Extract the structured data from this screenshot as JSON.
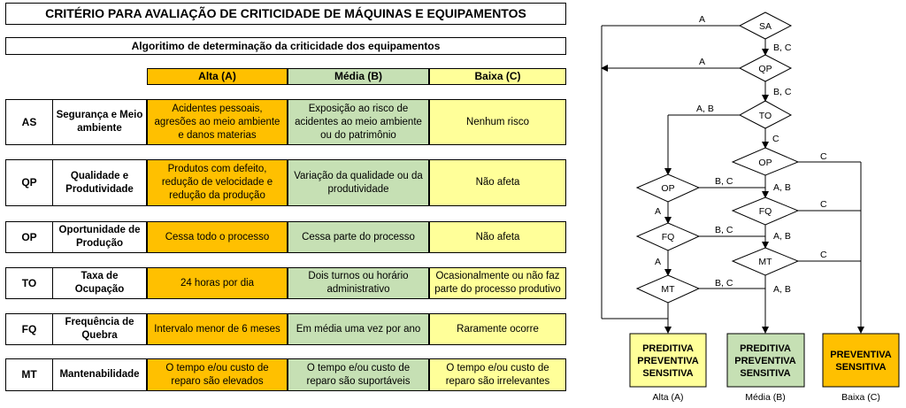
{
  "title": "CRITÉRIO PARA AVALIAÇÃO DE CRITICIDADE DE MÁQUINAS E EQUIPAMENTOS",
  "subtitle": "Algoritimo de determinação da criticidade dos equipamentos",
  "headers": {
    "alta": "Alta (A)",
    "media": "Média (B)",
    "baixa": "Baixa (C)"
  },
  "rows": [
    {
      "code": "AS",
      "name": "Segurança e Meio ambiente",
      "alta": "Acidentes pessoais, agresões ao meio ambiente e danos materias",
      "media": "Exposição ao risco de acidentes ao meio ambiente ou do patrimônio",
      "baixa": "Nenhum risco"
    },
    {
      "code": "QP",
      "name": "Qualidade e Produtividade",
      "alta": "Produtos com defeito, redução de velocidade e redução da produção",
      "media": "Variação da qualidade ou da produtividade",
      "baixa": "Não afeta"
    },
    {
      "code": "OP",
      "name": "Oportunidade de Produção",
      "alta": "Cessa todo o processo",
      "media": "Cessa parte do processo",
      "baixa": "Não afeta"
    },
    {
      "code": "TO",
      "name": "Taxa de Ocupação",
      "alta": "24 horas por dia",
      "media": "Dois turnos ou horário administrativo",
      "baixa": "Ocasionalmente ou não faz parte do processo produtivo"
    },
    {
      "code": "FQ",
      "name": "Frequência de Quebra",
      "alta": "Intervalo menor de 6 meses",
      "media": "Em média uma vez por ano",
      "baixa": "Raramente ocorre"
    },
    {
      "code": "MT",
      "name": "Mantenabilidade",
      "alta": "O tempo e/ou custo de reparo são elevados",
      "media": "O tempo e/ou custo de reparo são suportáveis",
      "baixa": "O tempo e/ou custo de reparo são irrelevantes"
    }
  ],
  "flowchart": {
    "decisions": {
      "sa": "SA",
      "qp": "QP",
      "to": "TO",
      "op_c": "OP",
      "op_l": "OP",
      "fq_l": "FQ",
      "mt_l": "MT",
      "fq_m": "FQ",
      "mt_m": "MT"
    },
    "edge_labels": {
      "a": "A",
      "bc": "B, C",
      "ab": "A, B",
      "c": "C"
    },
    "outcomes": {
      "alta": {
        "lines": [
          "PREDITIVA",
          "PREVENTIVA",
          "SENSITIVA"
        ],
        "caption": "Alta (A)",
        "color": "#FFFF99"
      },
      "media": {
        "lines": [
          "PREDITIVA",
          "PREVENTIVA",
          "SENSITIVA"
        ],
        "caption": "Média (B)",
        "color": "#C6E0B4"
      },
      "baixa": {
        "lines": [
          "PREVENTIVA",
          "SENSITIVA"
        ],
        "caption": "Baixa (C)",
        "color": "#FFC000"
      }
    }
  }
}
